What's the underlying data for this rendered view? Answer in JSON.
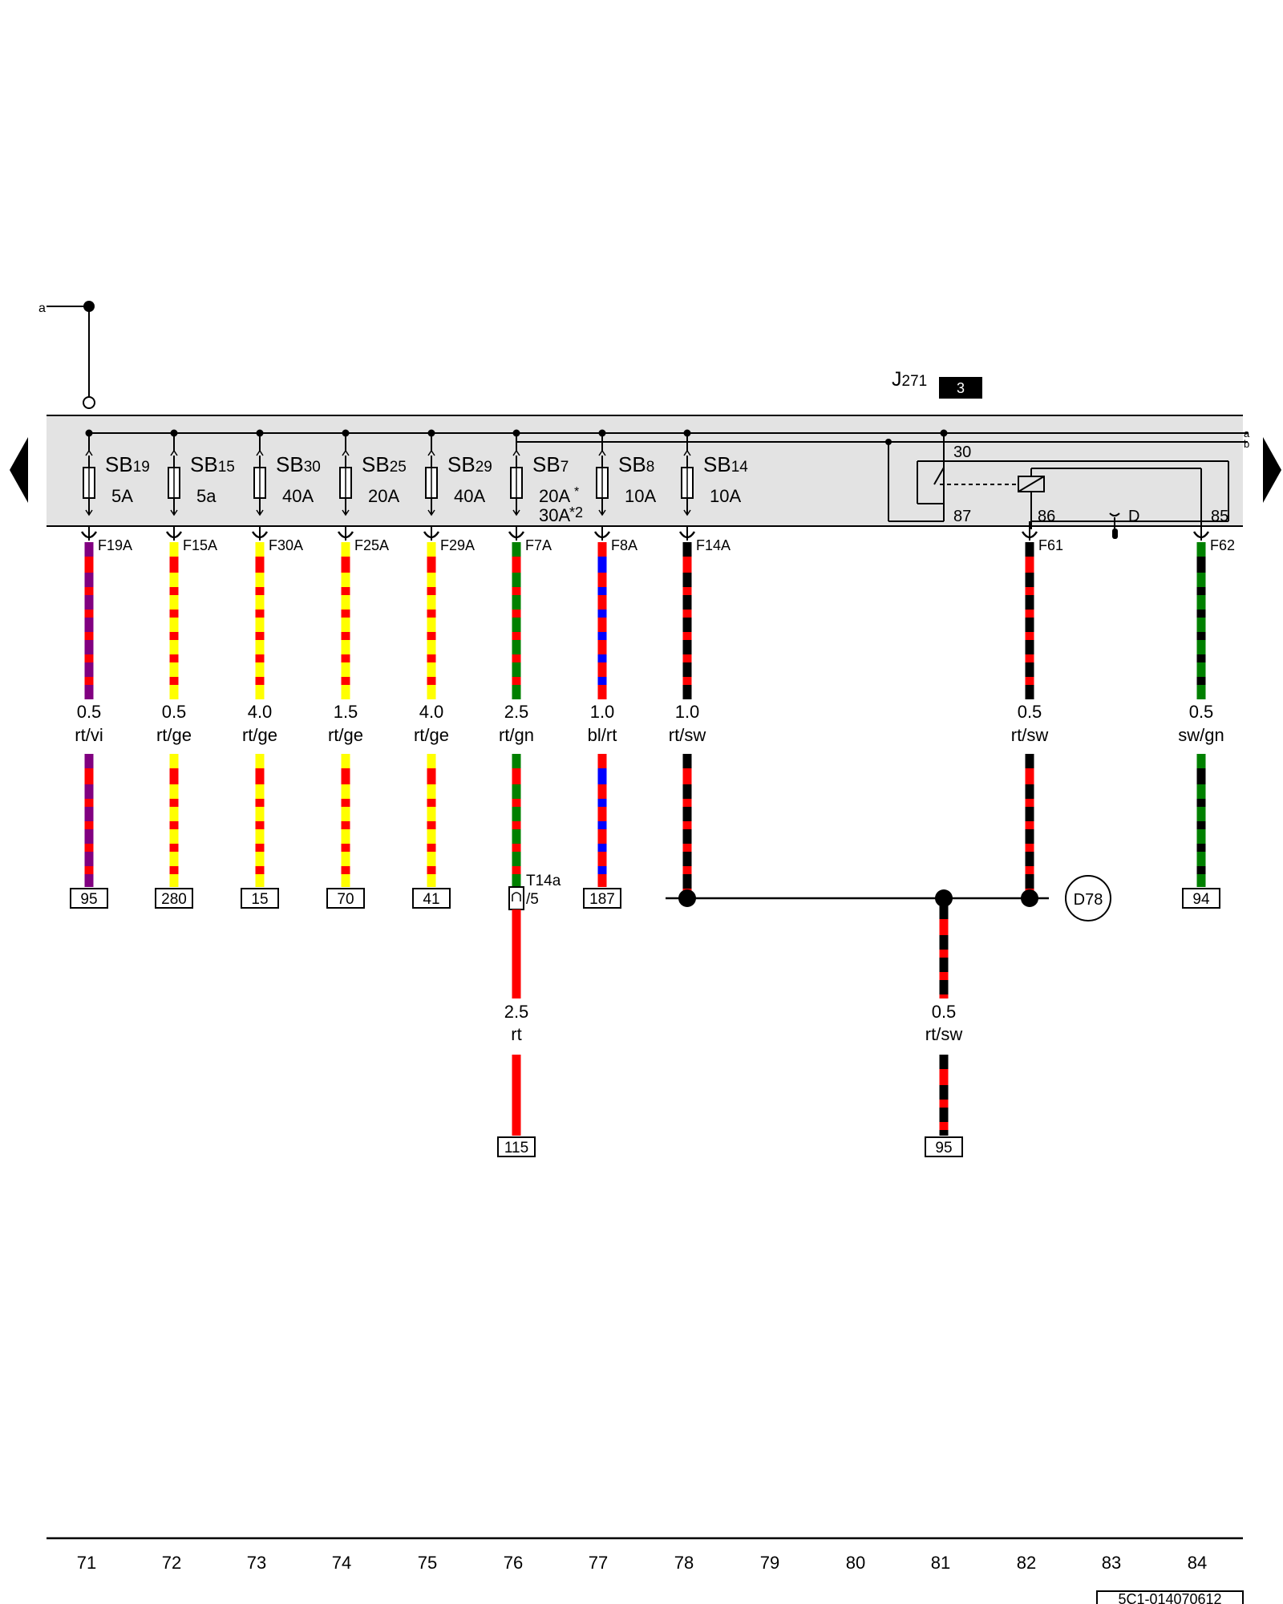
{
  "page": {
    "drawing_id": "5C1-014070612"
  },
  "colors": {
    "rt": "#ff0000",
    "vi": "#800080",
    "ge": "#ffff00",
    "gn": "#008000",
    "bl": "#0000ff",
    "sw": "#000000",
    "panel": "#e3e3e3",
    "ink": "#000000"
  },
  "top_connection": {
    "label": "a"
  },
  "relay": {
    "name_main": "J",
    "name_sub": "271",
    "badge": "3",
    "pin_30": "30",
    "pin_87": "87",
    "pin_86": "86",
    "pin_85": "85",
    "pin_d": "D"
  },
  "fuses": [
    {
      "sb": "SB",
      "num": "19",
      "rating": "5A",
      "connector": "F19A"
    },
    {
      "sb": "SB",
      "num": "15",
      "rating": "5a",
      "connector": "F15A"
    },
    {
      "sb": "SB",
      "num": "30",
      "rating": "40A",
      "connector": "F30A"
    },
    {
      "sb": "SB",
      "num": "25",
      "rating": "20A",
      "connector": "F25A"
    },
    {
      "sb": "SB",
      "num": "29",
      "rating": "40A",
      "connector": "F29A"
    },
    {
      "sb": "SB",
      "num": "7",
      "rating": "20A",
      "rating2": "30A",
      "note1": "*",
      "note2": "*2",
      "connector": "F7A"
    },
    {
      "sb": "SB",
      "num": "8",
      "rating": "10A",
      "connector": "F8A"
    },
    {
      "sb": "SB",
      "num": "14",
      "rating": "10A",
      "connector": "F14A"
    }
  ],
  "relay_connectors": [
    "F61",
    "F62"
  ],
  "wires": [
    {
      "size": "0.5",
      "color": "rt/vi",
      "dest": "95"
    },
    {
      "size": "0.5",
      "color": "rt/ge",
      "dest": "280"
    },
    {
      "size": "4.0",
      "color": "rt/ge",
      "dest": "15"
    },
    {
      "size": "1.5",
      "color": "rt/ge",
      "dest": "70"
    },
    {
      "size": "4.0",
      "color": "rt/ge",
      "dest": "41"
    },
    {
      "size": "2.5",
      "color": "rt/gn",
      "connector": "T14a",
      "connector_pin": "/5"
    },
    {
      "size": "1.0",
      "color": "bl/rt",
      "dest": "187"
    },
    {
      "size": "1.0",
      "color": "rt/sw"
    },
    {
      "size": "0.5",
      "color": "rt/sw"
    },
    {
      "size": "0.5",
      "color": "sw/gn",
      "dest": "94"
    }
  ],
  "lower_wires": [
    {
      "size": "2.5",
      "color": "rt",
      "dest": "115"
    },
    {
      "size": "0.5",
      "color": "rt/sw",
      "dest": "95"
    }
  ],
  "ground_point": "D78",
  "column_numbers": [
    "71",
    "72",
    "73",
    "74",
    "75",
    "76",
    "77",
    "78",
    "79",
    "80",
    "81",
    "82",
    "83",
    "84"
  ]
}
